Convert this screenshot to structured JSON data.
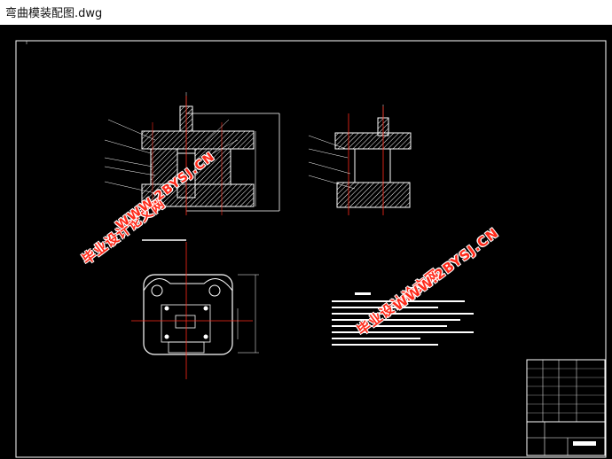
{
  "window": {
    "title": "弯曲模装配图.dwg"
  },
  "watermarks": [
    {
      "text": "毕业设计论文网"
    },
    {
      "text": "WWW.2BYSJ.CN"
    },
    {
      "text": "毕业设计论文网"
    },
    {
      "text": "WWW.2BYSJ.CN"
    }
  ],
  "colors": {
    "background": "#000000",
    "lines": "#ffffff",
    "centerlines": "#ff2a1a",
    "watermark": "#ff2a1a",
    "dimension": "#ffffff"
  }
}
